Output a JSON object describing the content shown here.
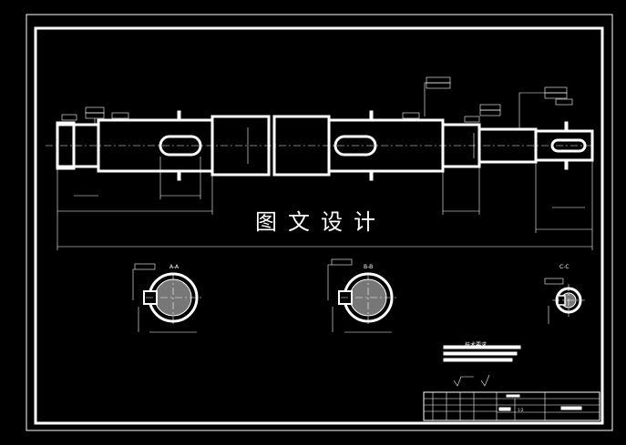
{
  "drawing": {
    "watermark": "图文设计",
    "section_labels": {
      "a": "A-A",
      "b": "B-B",
      "c": "C-C"
    },
    "technical_requirements": {
      "title": "技术要求"
    },
    "title_block": {
      "scale": "1:2"
    }
  },
  "colors": {
    "background": "#000000",
    "lines": "#ffffff"
  }
}
